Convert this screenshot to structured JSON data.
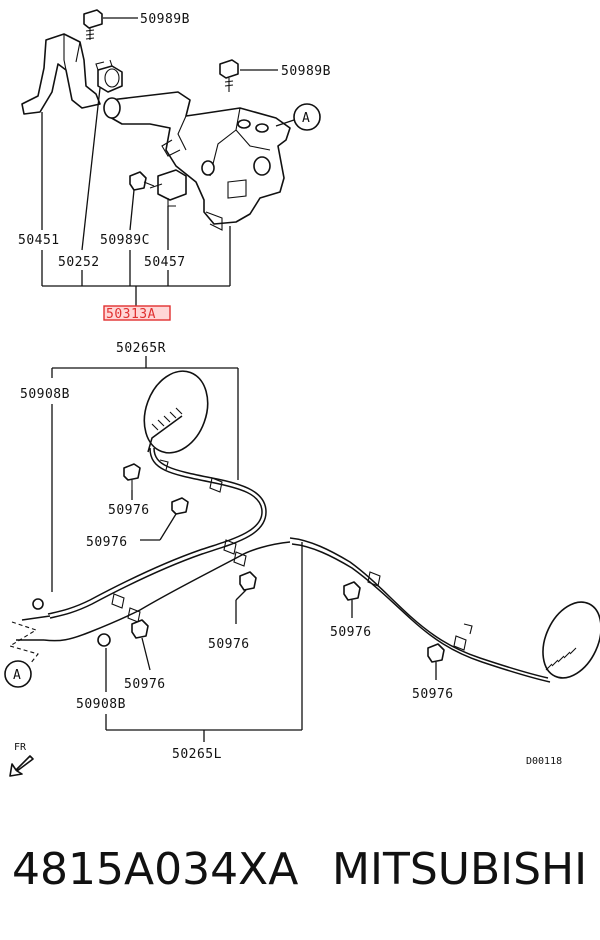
{
  "labels": {
    "bolt_top_left": "50989B",
    "bolt_top_right": "50989B",
    "bracket": "50451",
    "bushing": "50252",
    "bolt_mid": "50989C",
    "switch": "50457",
    "lever_assembly": "50313A",
    "cable_right": "50265R",
    "grommet_upper": "50908B",
    "bolt_a": "50976",
    "bolt_b": "50976",
    "bolt_c": "50976",
    "bolt_d": "50976",
    "bolt_e": "50976",
    "bolt_f": "50976",
    "grommet_lower": "50908B",
    "cable_left": "50265L",
    "callout_a": "A",
    "callout_a2": "A",
    "direction": "FR",
    "diagram_code": "D00118"
  },
  "footer": {
    "part_number": "4815A034XA",
    "brand": "MITSUBISHI"
  },
  "colors": {
    "highlight_border": "#e03030",
    "highlight_fill": "#ffd6d6",
    "line": "#111111"
  }
}
